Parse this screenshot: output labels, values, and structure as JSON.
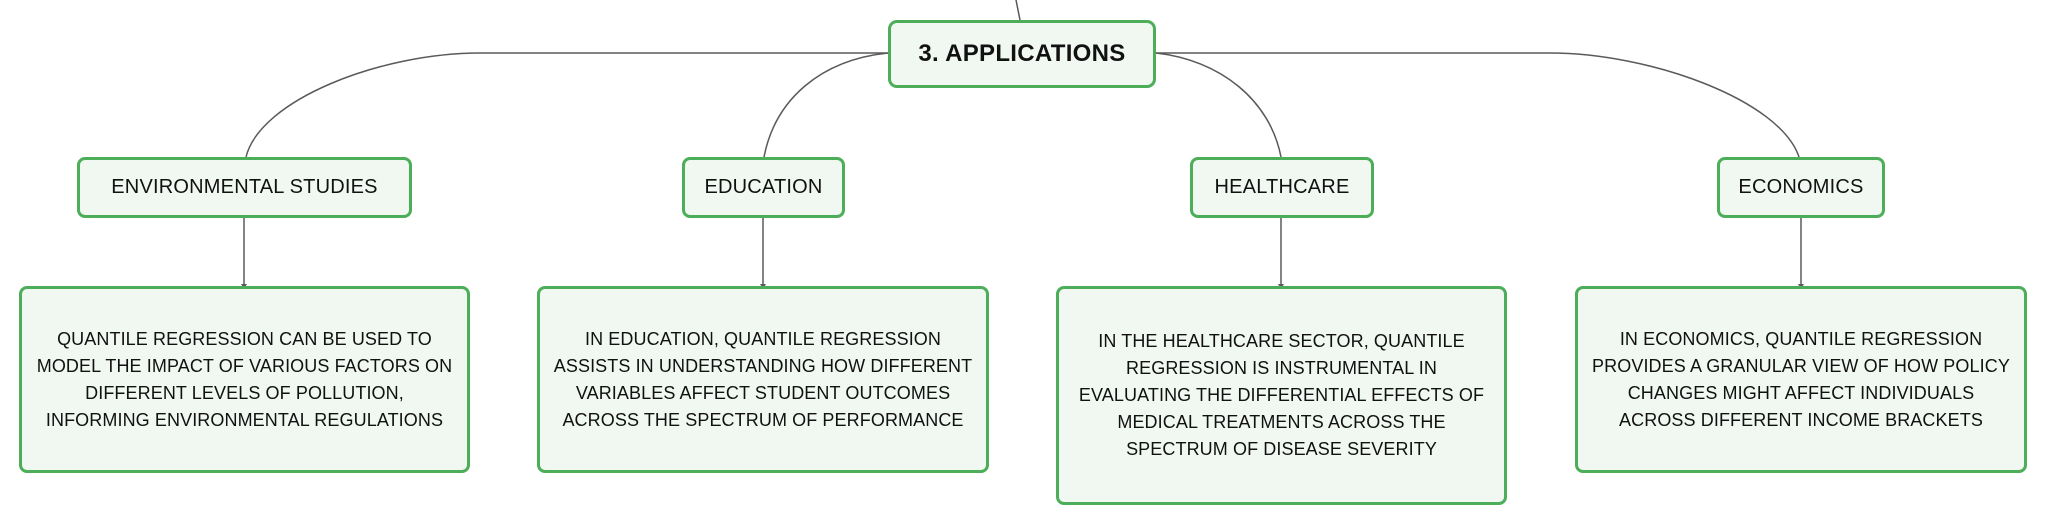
{
  "root": {
    "label": "3. APPLICATIONS"
  },
  "categories": [
    {
      "label": "ENVIRONMENTAL STUDIES",
      "detail": "QUANTILE REGRESSION CAN BE USED TO MODEL THE IMPACT OF VARIOUS FACTORS ON DIFFERENT LEVELS OF POLLUTION, INFORMING ENVIRONMENTAL REGULATIONS"
    },
    {
      "label": "EDUCATION",
      "detail": "IN EDUCATION, QUANTILE REGRESSION ASSISTS IN UNDERSTANDING HOW DIFFERENT VARIABLES AFFECT STUDENT OUTCOMES ACROSS THE SPECTRUM OF PERFORMANCE"
    },
    {
      "label": "HEALTHCARE",
      "detail": "IN THE HEALTHCARE SECTOR, QUANTILE REGRESSION IS INSTRUMENTAL IN EVALUATING THE DIFFERENTIAL EFFECTS OF MEDICAL TREATMENTS ACROSS THE SPECTRUM OF DISEASE SEVERITY"
    },
    {
      "label": "ECONOMICS",
      "detail": "IN ECONOMICS, QUANTILE REGRESSION PROVIDES A GRANULAR VIEW OF HOW POLICY CHANGES MIGHT AFFECT INDIVIDUALS ACROSS DIFFERENT INCOME BRACKETS"
    }
  ],
  "colors": {
    "node_border": "#4cae58",
    "node_fill": "#f1f8f2",
    "connector": "#5a5a5a",
    "text": "#111111"
  }
}
